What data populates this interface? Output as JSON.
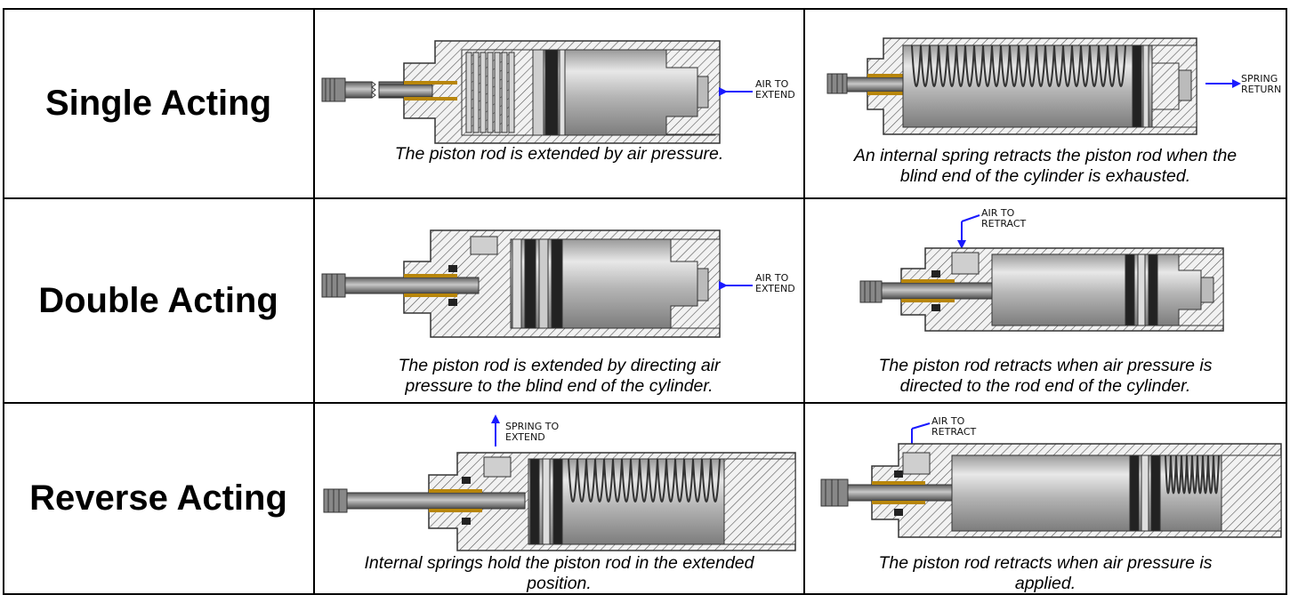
{
  "rows": [
    {
      "label": "Single Acting",
      "cells": [
        {
          "callout": [
            "AIR TO",
            "EXTEND"
          ],
          "caption": [
            "The piston rod is extended by air pressure."
          ]
        },
        {
          "callout": [
            "SPRING",
            "RETURN"
          ],
          "caption": [
            "An internal spring retracts the piston rod when the",
            "blind end of the cylinder is exhausted."
          ]
        }
      ]
    },
    {
      "label": "Double Acting",
      "cells": [
        {
          "callout": [
            "AIR TO",
            "EXTEND"
          ],
          "caption": [
            "The piston rod is extended by directing air",
            "pressure to the blind end of the cylinder."
          ]
        },
        {
          "callout": [
            "AIR TO",
            "RETRACT"
          ],
          "caption": [
            "The piston rod retracts when air pressure is",
            "directed to the rod end of the cylinder."
          ]
        }
      ]
    },
    {
      "label": "Reverse Acting",
      "cells": [
        {
          "callout": [
            "SPRING TO",
            "EXTEND"
          ],
          "caption": [
            "Internal springs hold the piston rod in the extended",
            "position."
          ]
        },
        {
          "callout": [
            "AIR TO",
            "RETRACT"
          ],
          "caption": [
            "The piston rod retracts when air pressure is",
            "applied."
          ]
        }
      ]
    }
  ],
  "colors": {
    "arrow": "#1a1aff",
    "metal_hatch": "#444444",
    "barrel_light": "#e6e6e6",
    "barrel_dark": "#8c8c8c",
    "brass": "#b8860b"
  }
}
